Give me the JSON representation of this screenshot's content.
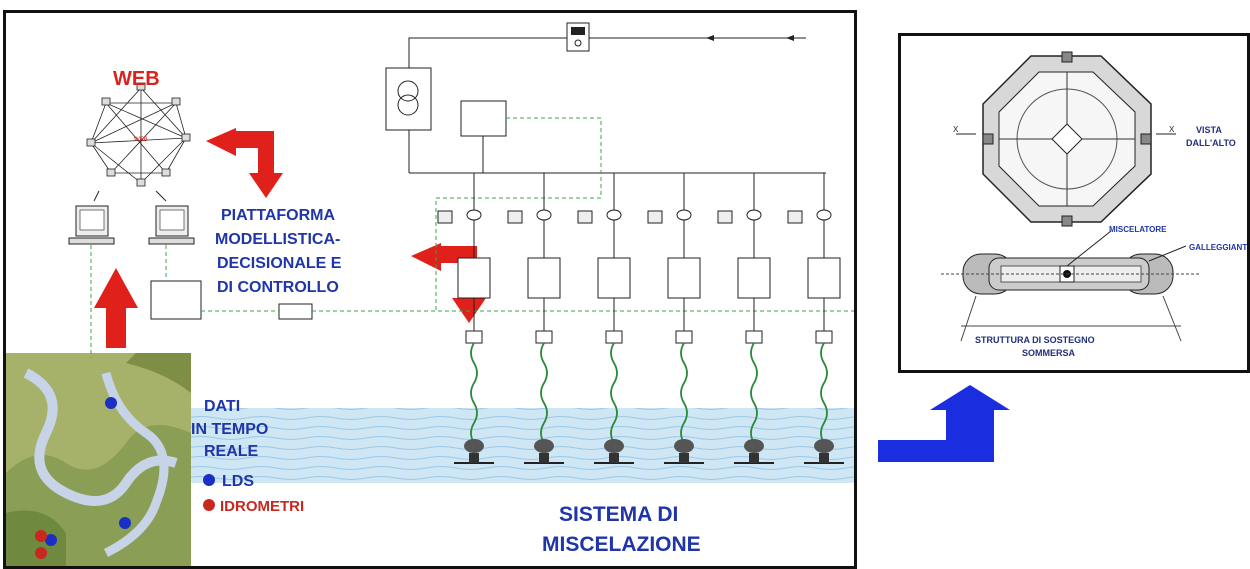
{
  "main": {
    "web_title": "WEB",
    "web_node_label": "WEB",
    "platform_label": [
      "PIATTAFORMA",
      "MODELLISTICA-",
      "DECISIONALE E",
      "DI CONTROLLO"
    ],
    "realtime_label": [
      "DATI",
      "IN TEMPO",
      "REALE"
    ],
    "legend": [
      {
        "label": "LDS",
        "color": "#1a2fc4"
      },
      {
        "label": "IDROMETRI",
        "color": "#c82820"
      }
    ],
    "system_label": [
      "SISTEMA DI",
      "MISCELAZIONE"
    ]
  },
  "side": {
    "top_view_label": [
      "VISTA",
      "DALL'ALTO"
    ],
    "mixer_label": "MISCELATORE",
    "float_label": "GALLEGGIANTE",
    "structure_label": [
      "STRUTTURA DI SOSTEGNO",
      "SOMMERSA"
    ]
  },
  "colors": {
    "arrow_red": "#e0201a",
    "arrow_blue": "#1a2ee0",
    "text_blue": "#1f35a8",
    "dashed_green": "#33aa44",
    "water": "#c9e3f3"
  },
  "icons": [
    "network-icon",
    "computer-icon",
    "transformer-icon",
    "mixer-icon",
    "map-image"
  ]
}
